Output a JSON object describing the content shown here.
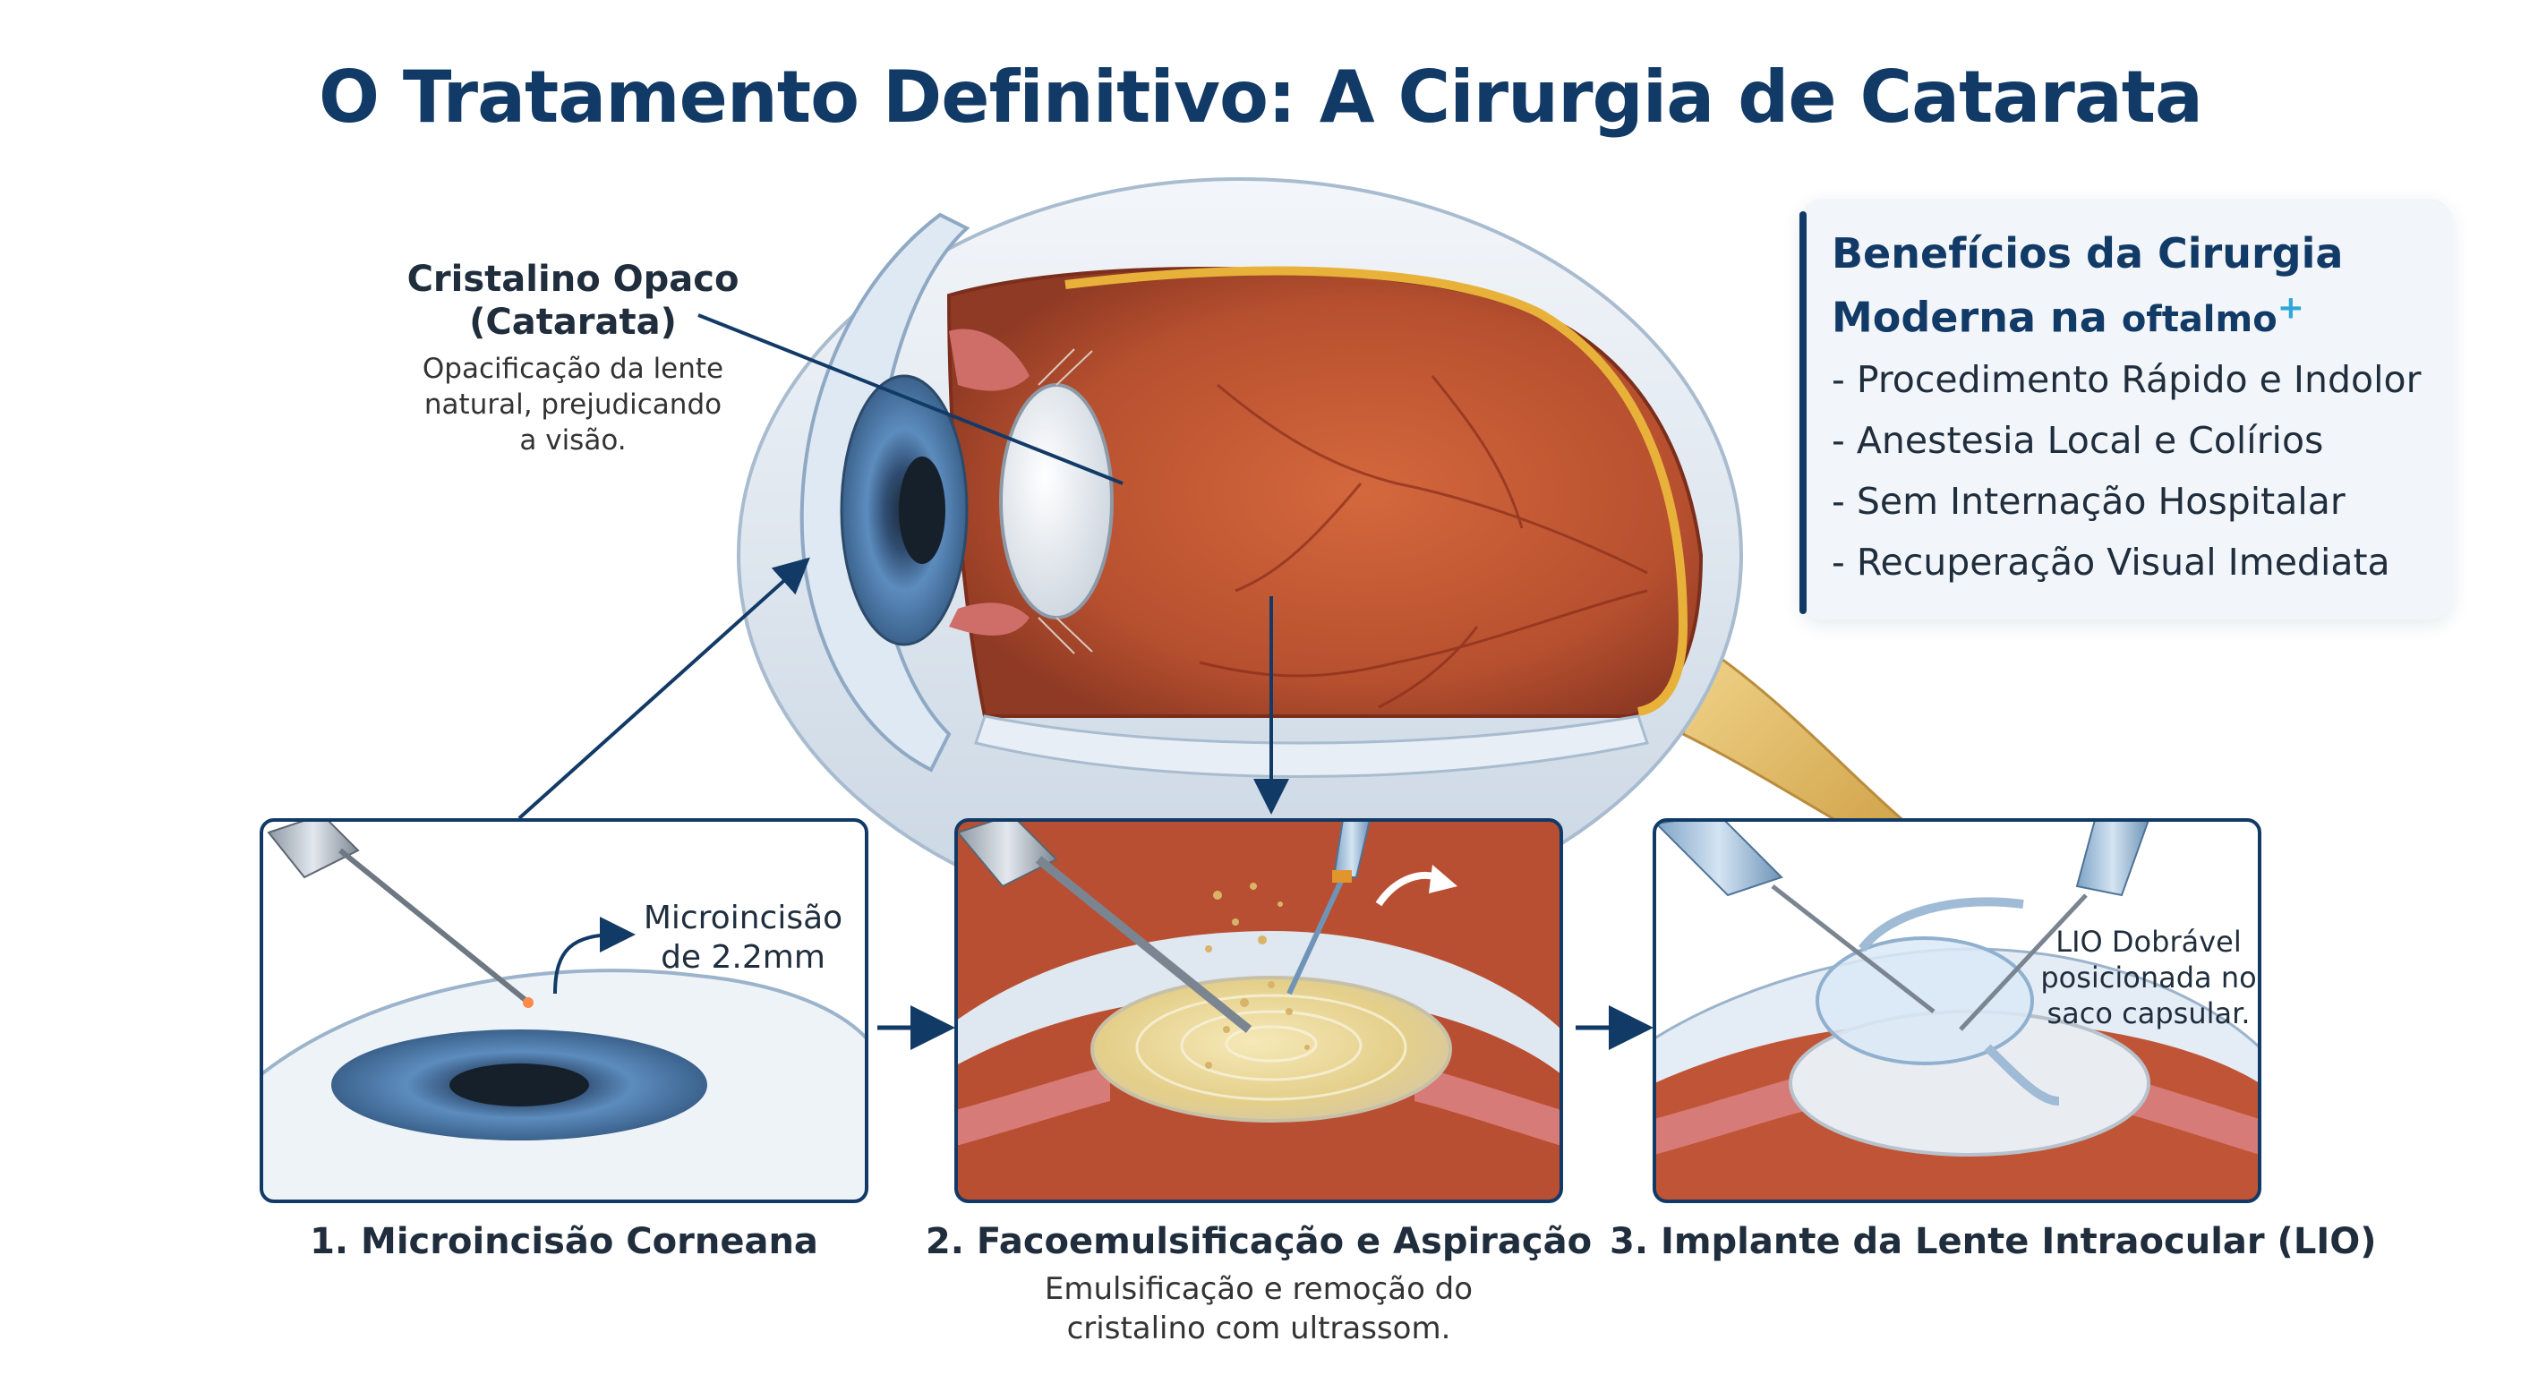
{
  "title": "O Tratamento Definitivo: A Cirurgia de Catarata",
  "lens_callout": {
    "title_line1": "Cristalino Opaco",
    "title_line2": "(Catarata)",
    "desc_line1": "Opacificação da lente",
    "desc_line2": "natural, prejudicando",
    "desc_line3": "a visão."
  },
  "benefits": {
    "title_line1": "Benefícios da Cirurgia",
    "title_line2": "Moderna na",
    "brand": "oftalmo",
    "brand_plus": "+",
    "items": [
      "- Procedimento Rápido e Indolor",
      "- Anestesia Local e Colírios",
      "- Sem Internação Hospitalar",
      "- Recuperação Visual Imediata"
    ]
  },
  "steps": [
    {
      "label": "1. Microincisão Corneana",
      "note_line1": "Microincisão",
      "note_line2": "de 2.2mm"
    },
    {
      "label": "2. Facoemulsificação e Aspiração",
      "desc_line1": "Emulsificação e remoção do",
      "desc_line2": "cristalino com ultrassom."
    },
    {
      "label": "3. Implante da Lente Intraocular (LIO)",
      "note_line1": "LIO Dobrável",
      "note_line2": "posicionada no",
      "note_line3": "saco capsular."
    }
  ],
  "colors": {
    "navy": "#123a66",
    "accent": "#2ea6d8",
    "retina": "#e8b23a",
    "choroid": "#c0593a",
    "iris": "#4f7fae"
  }
}
